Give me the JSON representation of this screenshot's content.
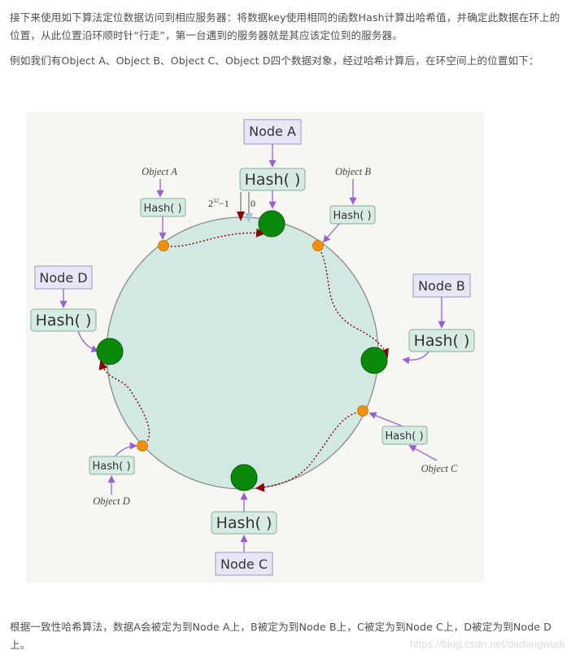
{
  "paragraphs": {
    "intro_line1": "接下来使用如下算法定位数据访问到相应服务器：将数据key使用相同的函数Hash计算出哈希值，并确定此数据在环上的",
    "intro_line2": "位置，从此位置沿环顺时针“行走”，第一台遇到的服务器就是其应该定位到的服务器。",
    "example": "例如我们有Object A、Object B、Object C、Object D四个数据对象，经过哈希计算后，在环空间上的位置如下：",
    "conclusion_line1": "根据一致性哈希算法，数据A会被定为到Node A上，B被定为到Node B上，C被定为到Node C上，D被定为到Node D",
    "conclusion_line2": "上。"
  },
  "diagram": {
    "nodes": {
      "a": "Node A",
      "b": "Node B",
      "c": "Node C",
      "d": "Node D"
    },
    "hash_label": "Hash( )",
    "objects": {
      "a": "Object A",
      "b": "Object B",
      "c": "Object C",
      "d": "Object D"
    },
    "ring_start_label": "2",
    "ring_start_exp": "32",
    "ring_start_suffix": "−1",
    "ring_zero_label": "0",
    "colors": {
      "ring_fill": "#d2e8e3",
      "background": "#f6f6f2",
      "node_green": "#0a8a0a",
      "object_orange": "#f0900c",
      "node_box": "#e6e6f7",
      "hash_box": "#d6ebe2",
      "arrow_purple": "#9a5fd1",
      "arrow_darkred": "#8b0000"
    }
  },
  "watermark": "https://blog.csdn.net/dadongwudi"
}
